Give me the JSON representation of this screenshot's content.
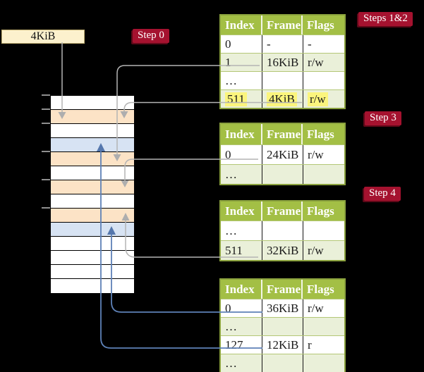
{
  "legend_box": {
    "label": "4KiB"
  },
  "badges": {
    "step0": {
      "label": "Step 0"
    },
    "steps12": {
      "label": "Steps 1&2"
    },
    "step3": {
      "label": "Step 3"
    },
    "step4": {
      "label": "Step 4"
    }
  },
  "memory": {
    "description": "physical memory column, one row per 4KiB frame, top = 0KiB",
    "row_kinds": [
      "free",
      "page-table",
      "free",
      "data-page",
      "page-table",
      "free",
      "page-table",
      "free",
      "page-table",
      "data-page",
      "free",
      "free",
      "free",
      "free"
    ],
    "tick_marks_at_frames": [
      "0KiB",
      "4KiB",
      "8KiB",
      "16KiB",
      "24KiB",
      "32KiB"
    ]
  },
  "tables": [
    {
      "name": "page table at 4KiB (root, Steps 1&2)",
      "headers": [
        "Index",
        "Frame",
        "Flags"
      ],
      "rows": [
        [
          "0",
          "-",
          "-"
        ],
        [
          "1",
          "16KiB",
          "r/w"
        ],
        [
          "…",
          "",
          ""
        ],
        [
          "511",
          "4KiB",
          "r/w"
        ]
      ],
      "highlighted_row": "511"
    },
    {
      "name": "page table at 16KiB (Step 3)",
      "headers": [
        "Index",
        "Frame",
        "Flags"
      ],
      "rows": [
        [
          "0",
          "24KiB",
          "r/w"
        ],
        [
          "…",
          "",
          ""
        ]
      ]
    },
    {
      "name": "page table at 24KiB (Step 4)",
      "headers": [
        "Index",
        "Frame",
        "Flags"
      ],
      "rows": [
        [
          "…",
          "",
          ""
        ],
        [
          "511",
          "32KiB",
          "r/w"
        ]
      ]
    },
    {
      "name": "page table at 32KiB",
      "headers": [
        "Index",
        "Frame",
        "Flags"
      ],
      "rows": [
        [
          "0",
          "36KiB",
          "r/w"
        ],
        [
          "…",
          "",
          ""
        ],
        [
          "127",
          "12KiB",
          "r"
        ],
        [
          "…",
          "",
          ""
        ]
      ]
    }
  ],
  "colors": {
    "background": "#000000",
    "page_table_frame": "#fce3c6",
    "data_page_frame": "#d7e3f3",
    "free_frame": "#ffffff",
    "table_header_green": "#a3bf45",
    "table_row_green": "#eaf0d9",
    "highlight_yellow": "#fbf57d",
    "badge_red": "#a5122f",
    "legend_cream": "#fcf1cd",
    "connector_gray": "#b4b4b4",
    "connector_blue": "#5e81b7"
  }
}
